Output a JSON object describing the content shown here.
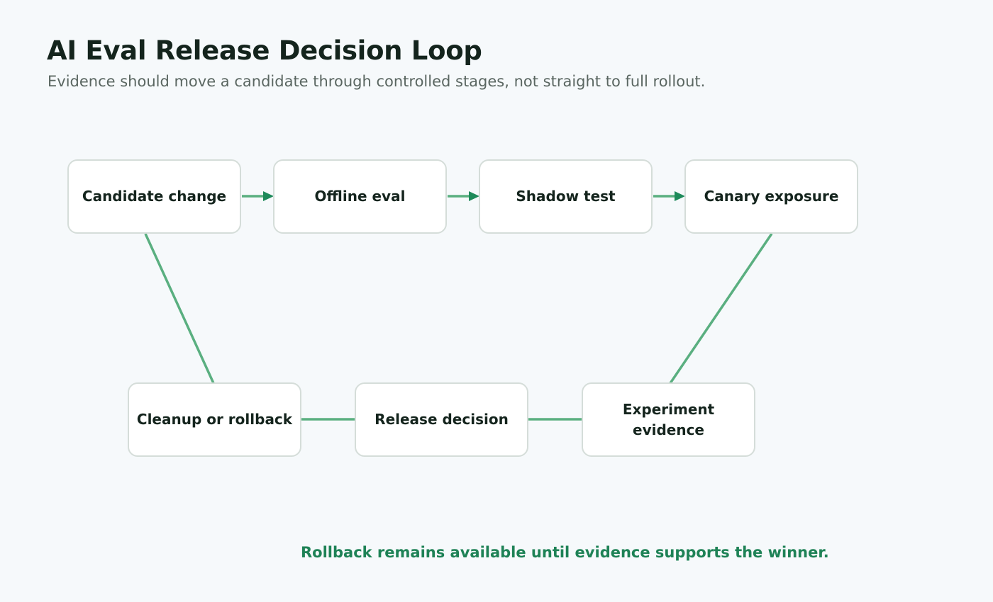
{
  "header": {
    "title": "AI Eval Release Decision Loop",
    "subtitle": "Evidence should move a candidate through controlled stages, not straight to full rollout."
  },
  "nodes": {
    "candidate_change": "Candidate change",
    "offline_eval": "Offline eval",
    "shadow_test": "Shadow test",
    "canary_exposure": "Canary exposure",
    "experiment_evidence": "Experiment evidence",
    "release_decision": "Release decision",
    "cleanup_or_rollback": "Cleanup or rollback"
  },
  "edges": [
    {
      "from": "Candidate change",
      "to": "Offline eval",
      "arrow": true
    },
    {
      "from": "Offline eval",
      "to": "Shadow test",
      "arrow": true
    },
    {
      "from": "Shadow test",
      "to": "Canary exposure",
      "arrow": true
    },
    {
      "from": "Canary exposure",
      "to": "Experiment evidence",
      "arrow": false
    },
    {
      "from": "Experiment evidence",
      "to": "Release decision",
      "arrow": false
    },
    {
      "from": "Release decision",
      "to": "Cleanup or rollback",
      "arrow": false
    },
    {
      "from": "Cleanup or rollback",
      "to": "Candidate change",
      "arrow": false
    }
  ],
  "footer": {
    "note": "Rollback remains available until evidence supports the winner."
  },
  "colors": {
    "background": "#f6f9fb",
    "node_fill": "#ffffff",
    "node_border": "#d5ddd9",
    "connector": "#5aaf80",
    "arrow": "#1e8a5a",
    "accent_text": "#1e8256"
  }
}
